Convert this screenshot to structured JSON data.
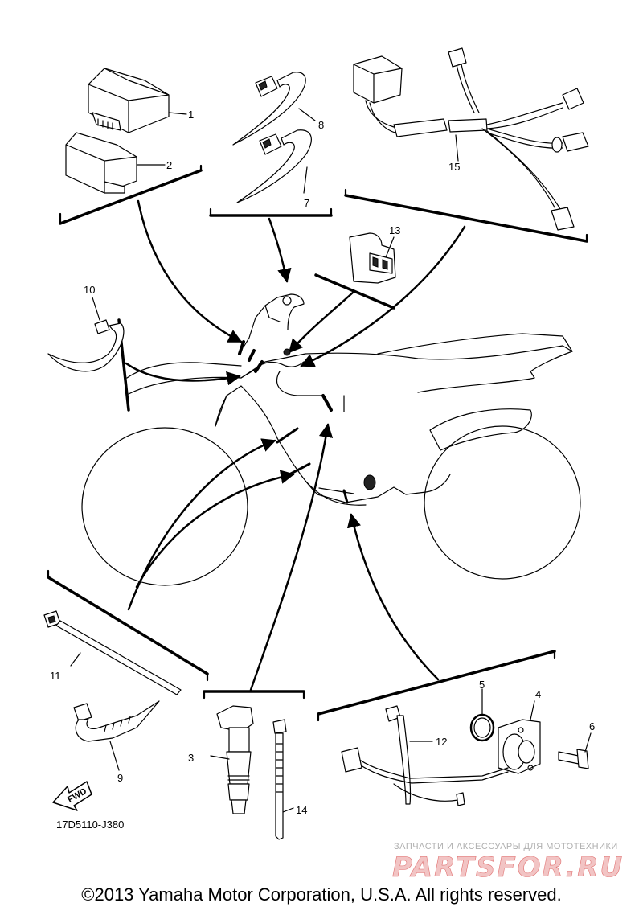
{
  "diagram": {
    "callouts": [
      "1",
      "2",
      "3",
      "4",
      "5",
      "6",
      "7",
      "8",
      "9",
      "10",
      "11",
      "12",
      "13",
      "14",
      "15"
    ],
    "drawing_code": "17D5110-J380",
    "fwd_label": "FWD"
  },
  "watermark": {
    "tagline": "ЗАПЧАСТИ И АКСЕССУАРЫ ДЛЯ МОТОТЕХНИКИ",
    "brand": "PARTSFOR.RU"
  },
  "footer": {
    "copyright": "©2013 Yamaha Motor Corporation, U.S.A. All rights reserved."
  }
}
